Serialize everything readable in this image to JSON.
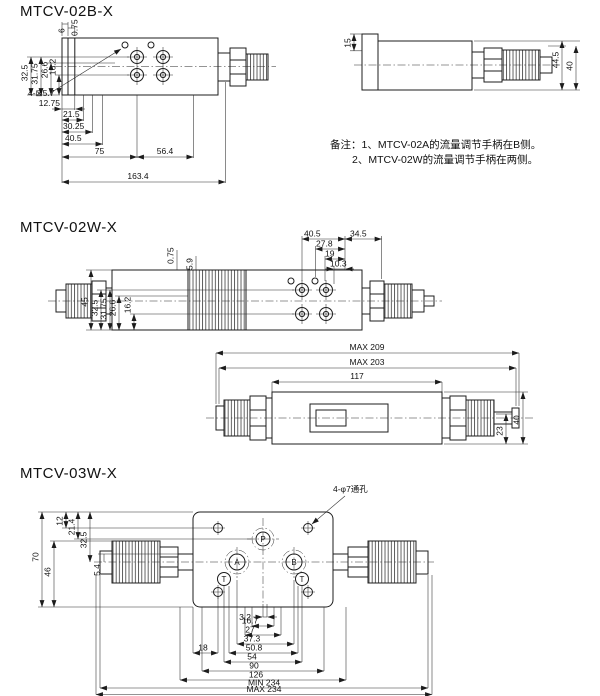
{
  "page": {
    "background": "#ffffff",
    "line_color": "#1c1c1c"
  },
  "s1": {
    "title": "MTCV-02B-X",
    "dims": {
      "a6": "6",
      "a075": "0.75",
      "left": [
        "32.5",
        "31.75",
        "26.6",
        "16.2"
      ],
      "hole": "4-⊠5.7",
      "chain": [
        "12.75",
        "21.5",
        "30.25",
        "40.5",
        "75",
        "56.4",
        "163.4"
      ],
      "side15": "15",
      "side40": "40",
      "side445": "44.5"
    },
    "notes": [
      "备注：1、MTCV-02A的流量调节手柄在B侧。",
      "2、MTCV-02W的流量调节手柄在两侧。"
    ]
  },
  "s2": {
    "title": "MTCV-02W-X",
    "dims": {
      "chain": [
        "40.5",
        "27.8",
        "19",
        "10.3"
      ],
      "a345": "34.5",
      "a075": "0.75",
      "a59": "5.9",
      "left": [
        "45",
        "32.5",
        "31.75",
        "26.6",
        "16.2"
      ],
      "max209": "MAX 209",
      "max203": "MAX 203",
      "a117": "117",
      "a23": "23",
      "a40": "40"
    }
  },
  "s3": {
    "title": "MTCV-03W-X",
    "hole": "4-φ7通孔",
    "ports": [
      "P",
      "A",
      "B",
      "T",
      "T"
    ],
    "dims": {
      "left": [
        "12",
        "21.4",
        "32.5",
        "70",
        "46",
        "5.4"
      ],
      "chain": [
        "3.2",
        "16.7",
        "27",
        "37.3",
        "50.8",
        "18",
        "54",
        "90",
        "126"
      ],
      "minmax": [
        "MIN 234",
        "MAX 234"
      ]
    }
  }
}
